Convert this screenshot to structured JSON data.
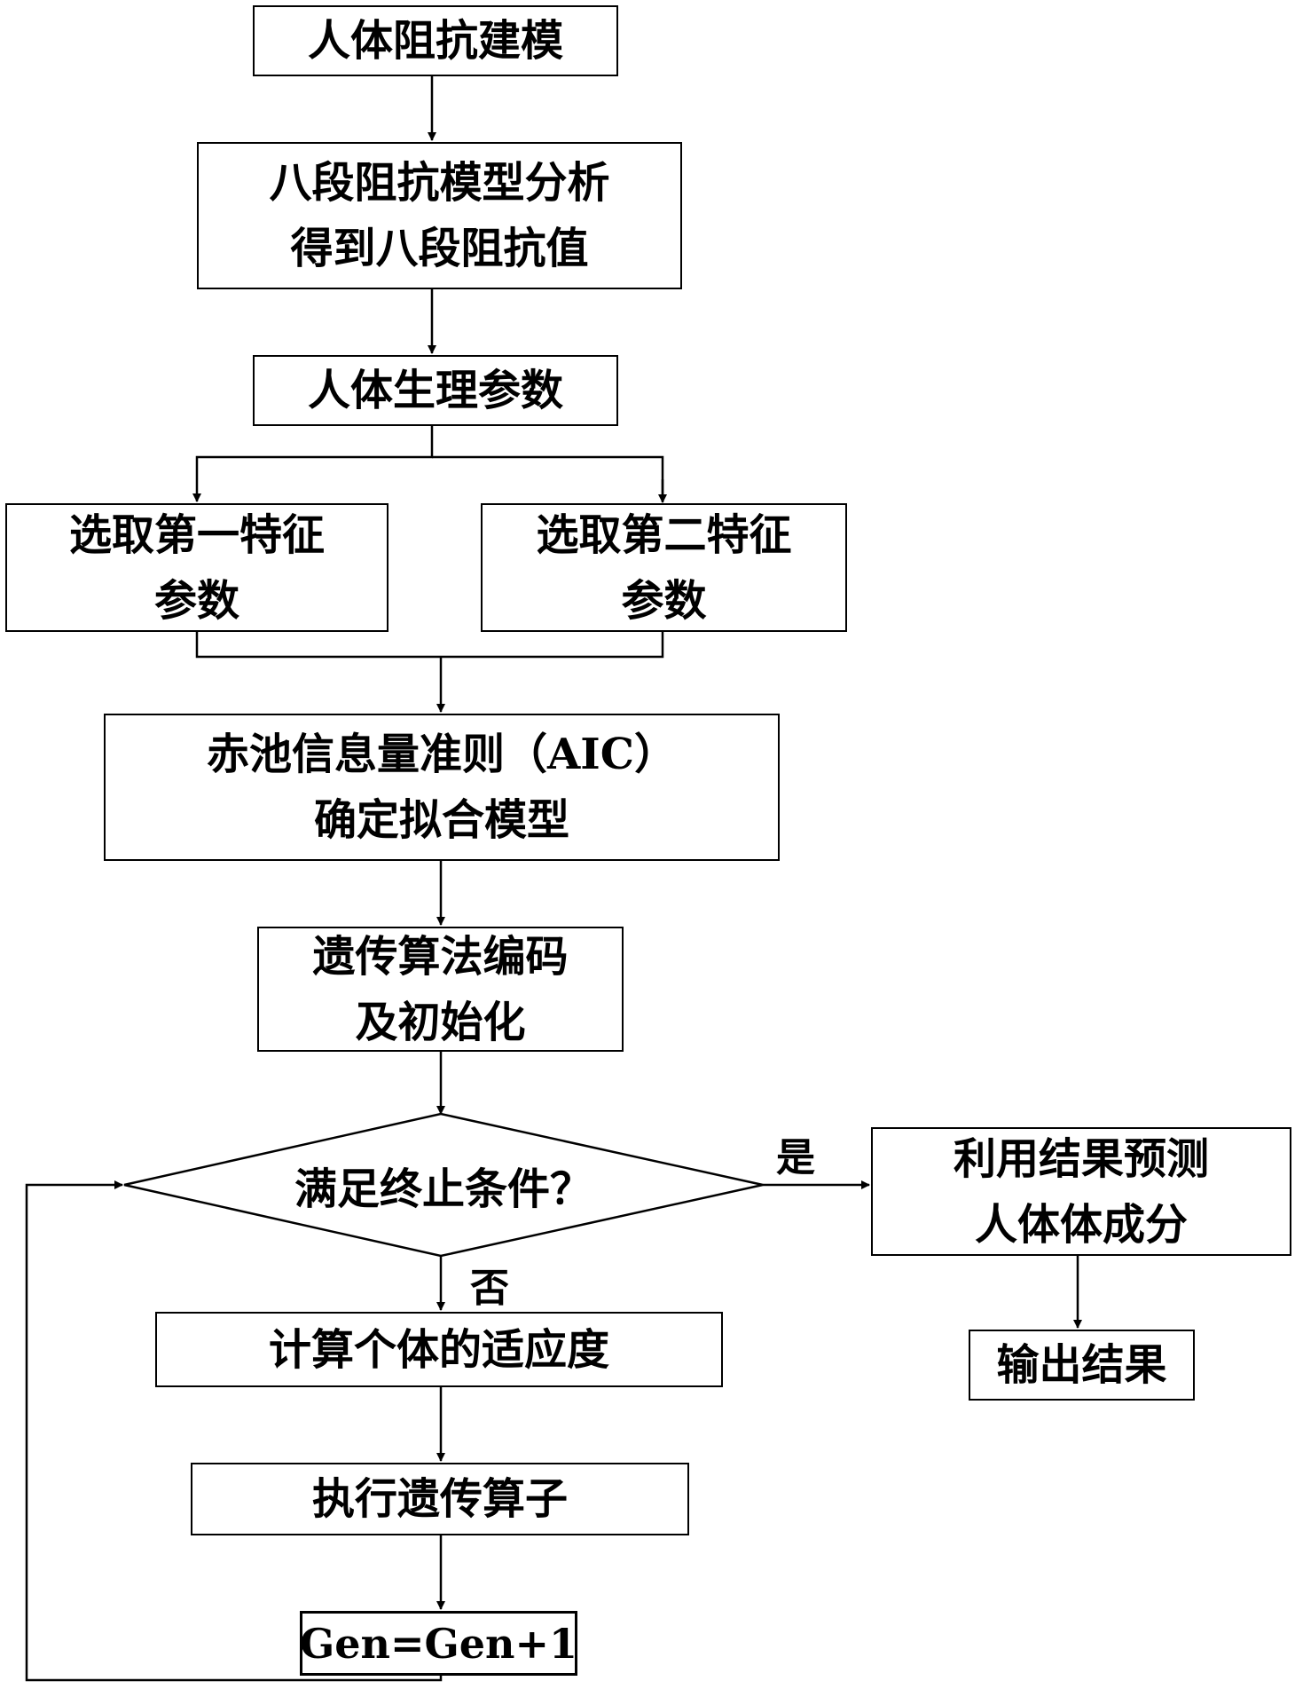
{
  "steps": {
    "impedance_modeling": "人体阻抗建模",
    "eight_segment_line1": "八段阻抗模型分析",
    "eight_segment_line2": "得到八段阻抗值",
    "physiological_params": "人体生理参数",
    "first_feature_line1": "选取第一特征",
    "first_feature_line2": "参数",
    "second_feature_line1": "选取第二特征",
    "second_feature_line2": "参数",
    "aic_line1": "赤池信息量准则（AIC）",
    "aic_line2": "确定拟合模型",
    "ga_encoding_line1": "遗传算法编码",
    "ga_encoding_line2": "及初始化",
    "decision": "满足终止条件？",
    "fitness": "计算个体的适应度",
    "genetic_operators": "执行遗传算子",
    "generation_increment": "Gen=Gen+1",
    "predict_line1": "利用结果预测",
    "predict_line2": "人体体成分",
    "output": "输出结果"
  },
  "labels": {
    "yes": "是",
    "no": "否"
  }
}
